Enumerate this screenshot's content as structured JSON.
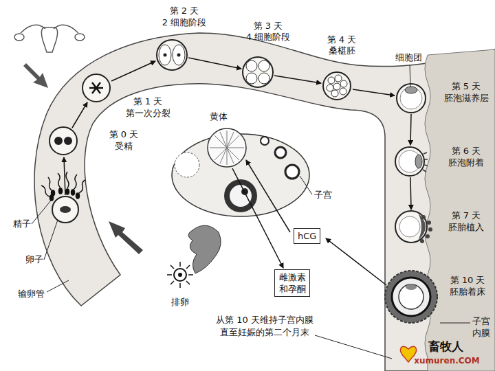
{
  "diagram": {
    "nodes": [
      {
        "text": [
          "hCG"
        ]
      },
      {
        "text": [
          "雌激素和孕酮"
        ]
      }
    ],
    "labels": [
      "第 2 天",
      "2 细胞阶段",
      "第 3 天",
      "4 细胞阶段",
      "第 4 天",
      "桑椹胚",
      "细胞团",
      "第 5 天",
      "胚泡滋养层",
      "第 1 天",
      "第一次分裂",
      "第 0 天",
      "受精",
      "黄体",
      "子宫",
      "第 6 天",
      "胚泡附着",
      "第 7 天",
      "胚胎植入",
      "精子",
      "卵子",
      "输卵管",
      "第 10 天",
      "胚胎着床",
      "排卵",
      "从第 10 天维持子宫内膜",
      "直至妊娠的第二个月末",
      "子宫",
      "内膜",
      "畜牧人",
      "xumuren.COM"
    ]
  }
}
